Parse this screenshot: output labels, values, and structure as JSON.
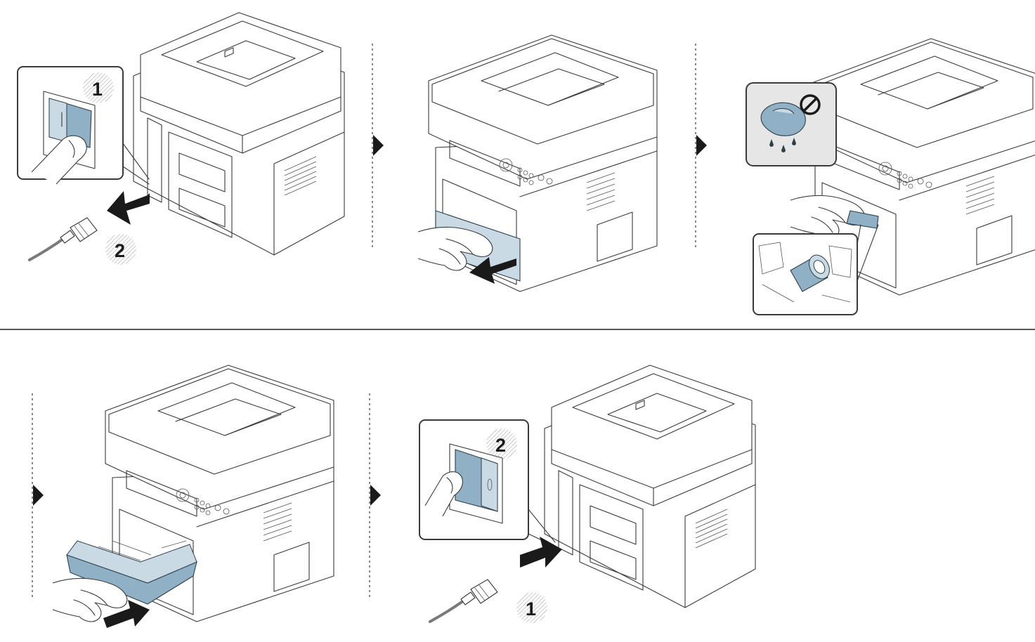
{
  "steps": [
    {
      "id": "step-1",
      "callout_numbers": [
        "1",
        "2"
      ]
    },
    {
      "id": "step-2"
    },
    {
      "id": "step-3"
    },
    {
      "id": "step-4"
    },
    {
      "id": "step-5",
      "callout_numbers": [
        "2",
        "1"
      ]
    }
  ],
  "icons": {
    "power_switch": "power-switch-icon",
    "power_cord": "power-cord-icon",
    "prohibited": "prohibited-icon",
    "wet_cloth": "wet-cloth-icon",
    "pickup_roller": "pickup-roller-icon",
    "step_arrow": "step-arrow-icon"
  },
  "colors": {
    "highlight_blue": "#8fb0c5",
    "line": "#3a3a3a",
    "callout_shade": "#e6e6e6"
  }
}
